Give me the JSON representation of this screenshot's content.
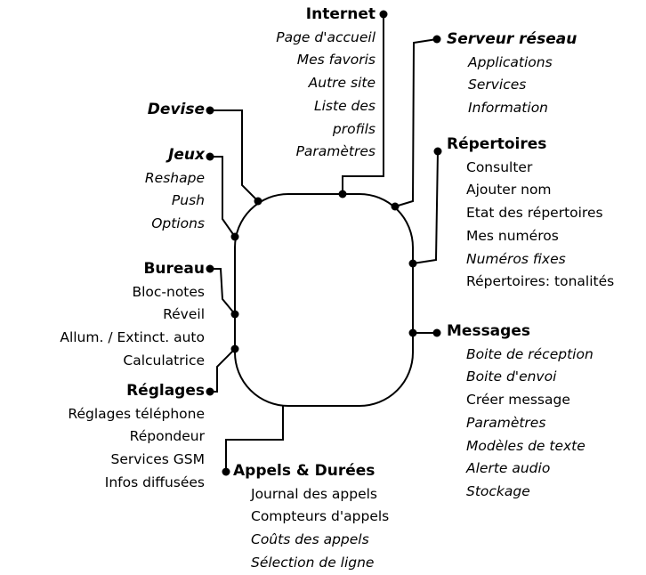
{
  "menus": {
    "internet": {
      "title": "Internet",
      "items": [
        {
          "label": "Page d'accueil",
          "italic": true
        },
        {
          "label": "Mes favoris",
          "italic": true
        },
        {
          "label": "Autre site",
          "italic": true
        },
        {
          "label": "Liste des",
          "italic": true
        },
        {
          "label": "profils",
          "italic": true
        },
        {
          "label": "Paramètres",
          "italic": true
        }
      ]
    },
    "serveur": {
      "title": "Serveur réseau",
      "items": [
        {
          "label": "Applications",
          "italic": true
        },
        {
          "label": "Services",
          "italic": true
        },
        {
          "label": "Information",
          "italic": true
        }
      ]
    },
    "devise": {
      "title": "Devise",
      "items": []
    },
    "jeux": {
      "title": "Jeux",
      "items": [
        {
          "label": "Reshape",
          "italic": true
        },
        {
          "label": "Push",
          "italic": true
        },
        {
          "label": "Options",
          "italic": true
        }
      ]
    },
    "repertoires": {
      "title": "Répertoires",
      "items": [
        {
          "label": "Consulter",
          "italic": false
        },
        {
          "label": "Ajouter nom",
          "italic": false
        },
        {
          "label": "Etat des répertoires",
          "italic": false
        },
        {
          "label": "Mes numéros",
          "italic": false
        },
        {
          "label": "Numéros fixes",
          "italic": true
        },
        {
          "label": "Répertoires: tonalités",
          "italic": false
        }
      ]
    },
    "bureau": {
      "title": "Bureau",
      "items": [
        {
          "label": "Bloc-notes",
          "italic": false
        },
        {
          "label": "Réveil",
          "italic": false
        },
        {
          "label": "Allum. / Extinct. auto",
          "italic": false
        },
        {
          "label": "Calculatrice",
          "italic": false
        }
      ]
    },
    "messages": {
      "title": "Messages",
      "items": [
        {
          "label": "Boite de réception",
          "italic": true
        },
        {
          "label": "Boite d'envoi",
          "italic": true
        },
        {
          "label": "Créer message",
          "italic": false
        },
        {
          "label": "Paramètres",
          "italic": true
        },
        {
          "label": "Modèles de texte",
          "italic": true
        },
        {
          "label": "Alerte audio",
          "italic": true
        },
        {
          "label": "Stockage",
          "italic": true
        }
      ]
    },
    "reglages": {
      "title": "Réglages",
      "items": [
        {
          "label": "Réglages téléphone",
          "italic": false
        },
        {
          "label": "Répondeur",
          "italic": false
        },
        {
          "label": "Services GSM",
          "italic": false
        },
        {
          "label": "Infos diffusées",
          "italic": false
        }
      ]
    },
    "appels": {
      "title": "Appels & Durées",
      "items": [
        {
          "label": "Journal des appels",
          "italic": false
        },
        {
          "label": "Compteurs d'appels",
          "italic": false
        },
        {
          "label": "Coûts des appels",
          "italic": true
        },
        {
          "label": "Sélection de ligne",
          "italic": true
        }
      ]
    }
  }
}
